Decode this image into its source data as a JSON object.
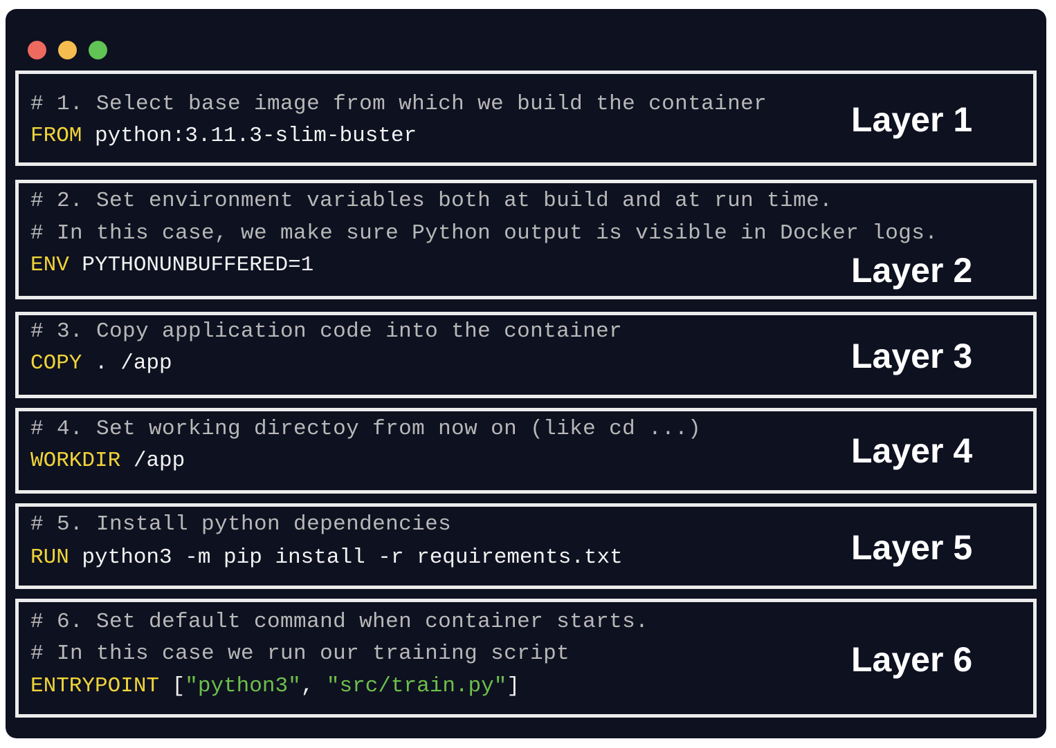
{
  "window": {
    "controls": [
      {
        "name": "close",
        "color": "#ee6a5e"
      },
      {
        "name": "minimize",
        "color": "#f5bd4f"
      },
      {
        "name": "maximize",
        "color": "#61c454"
      }
    ]
  },
  "colors": {
    "background": "#0e1120",
    "border": "#ececec",
    "keyword": "#f0d43a",
    "string": "#6cc04a",
    "comment": "#b8b8b8"
  },
  "layers": [
    {
      "label": "Layer 1",
      "comments": [
        "# 1. Select base image from which we build the container"
      ],
      "keyword": "FROM",
      "args": " python:3.11.3-slim-buster"
    },
    {
      "label": "Layer 2",
      "comments": [
        "# 2. Set environment variables both at build and at run time.",
        "# In this case, we make sure Python output is visible in Docker logs."
      ],
      "keyword": "ENV",
      "args": " PYTHONUNBUFFERED=1"
    },
    {
      "label": "Layer 3",
      "comments": [
        "# 3. Copy application code into the container"
      ],
      "keyword": "COPY",
      "args": " . /app"
    },
    {
      "label": "Layer 4",
      "comments": [
        "# 4. Set working directoy from now on (like cd ...)"
      ],
      "keyword": "WORKDIR",
      "args": " /app"
    },
    {
      "label": "Layer 5",
      "comments": [
        "# 5. Install python dependencies"
      ],
      "keyword": "RUN",
      "args": " python3 -m pip install -r requirements.txt"
    },
    {
      "label": "Layer 6",
      "comments": [
        "# 6. Set default command when container starts.",
        "# In this case we run our training script"
      ],
      "keyword": "ENTRYPOINT",
      "entry": {
        "open": " [",
        "s1": "\"python3\"",
        "sep": ", ",
        "s2": "\"src/train.py\"",
        "close": "]"
      }
    }
  ]
}
